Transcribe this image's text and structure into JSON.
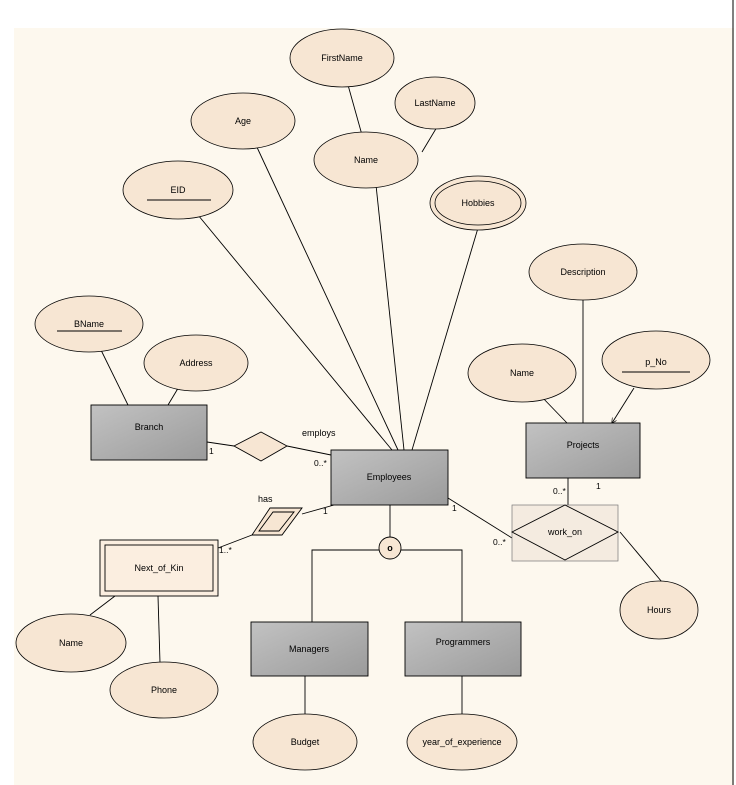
{
  "diagram": {
    "colors": {
      "attribute_fill": "#f7e6d3",
      "entity_fill": "#a9a9a9",
      "weak_entity_fill": "#fbeee0",
      "relationship_fill": "#f7e6d3",
      "canvas_bg": "#fdf8ee",
      "line": "#000000"
    },
    "entities": {
      "employees": "Employees",
      "branch": "Branch",
      "projects": "Projects",
      "managers": "Managers",
      "programmers": "Programmers",
      "next_of_kin": "Next_of_Kin"
    },
    "relationships": {
      "employs": "employs",
      "has": "has",
      "work_on": "work_on"
    },
    "attributes": {
      "firstname": "FirstName",
      "lastname": "LastName",
      "name": "Name",
      "age": "Age",
      "eid": "EID",
      "hobbies": "Hobbies",
      "bname": "BName",
      "address": "Address",
      "description": "Description",
      "project_name": "Name",
      "p_no": "p_No",
      "hours": "Hours",
      "kin_name": "Name",
      "phone": "Phone",
      "budget": "Budget",
      "year_of_experience": "year_of_experience"
    },
    "specialization_symbol": "o",
    "cardinalities": {
      "branch_employs": "1",
      "employees_employs": "0..*",
      "employees_has": "1",
      "kin_has": "1..*",
      "employees_work_on": "1",
      "work_on_employees": "0..*",
      "projects_work_on_many": "0..*",
      "projects_work_on_one": "1"
    }
  }
}
